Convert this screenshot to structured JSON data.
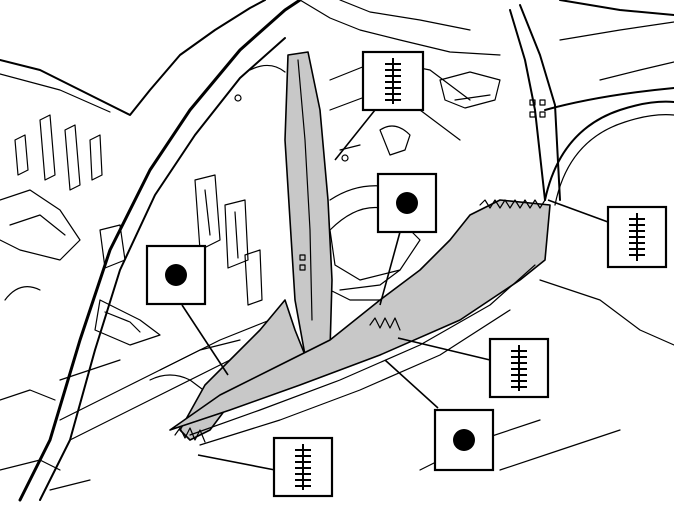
{
  "figure": {
    "background": "#ffffff",
    "line_color": "#000000",
    "highlight_color": "#c8c8c8"
  },
  "callouts": [
    {
      "id": "a-pillar-top",
      "symbol": "spot-weld-seam-icon"
    },
    {
      "id": "b-pillar-mid",
      "symbol": "spot-weld-dot-icon"
    },
    {
      "id": "rear-wheel-arch",
      "symbol": "spot-weld-seam-icon"
    },
    {
      "id": "a-pillar-lower",
      "symbol": "spot-weld-dot-icon"
    },
    {
      "id": "sill-rear",
      "symbol": "spot-weld-seam-icon"
    },
    {
      "id": "sill-middle",
      "symbol": "spot-weld-dot-icon"
    },
    {
      "id": "sill-front",
      "symbol": "spot-weld-seam-icon"
    }
  ]
}
